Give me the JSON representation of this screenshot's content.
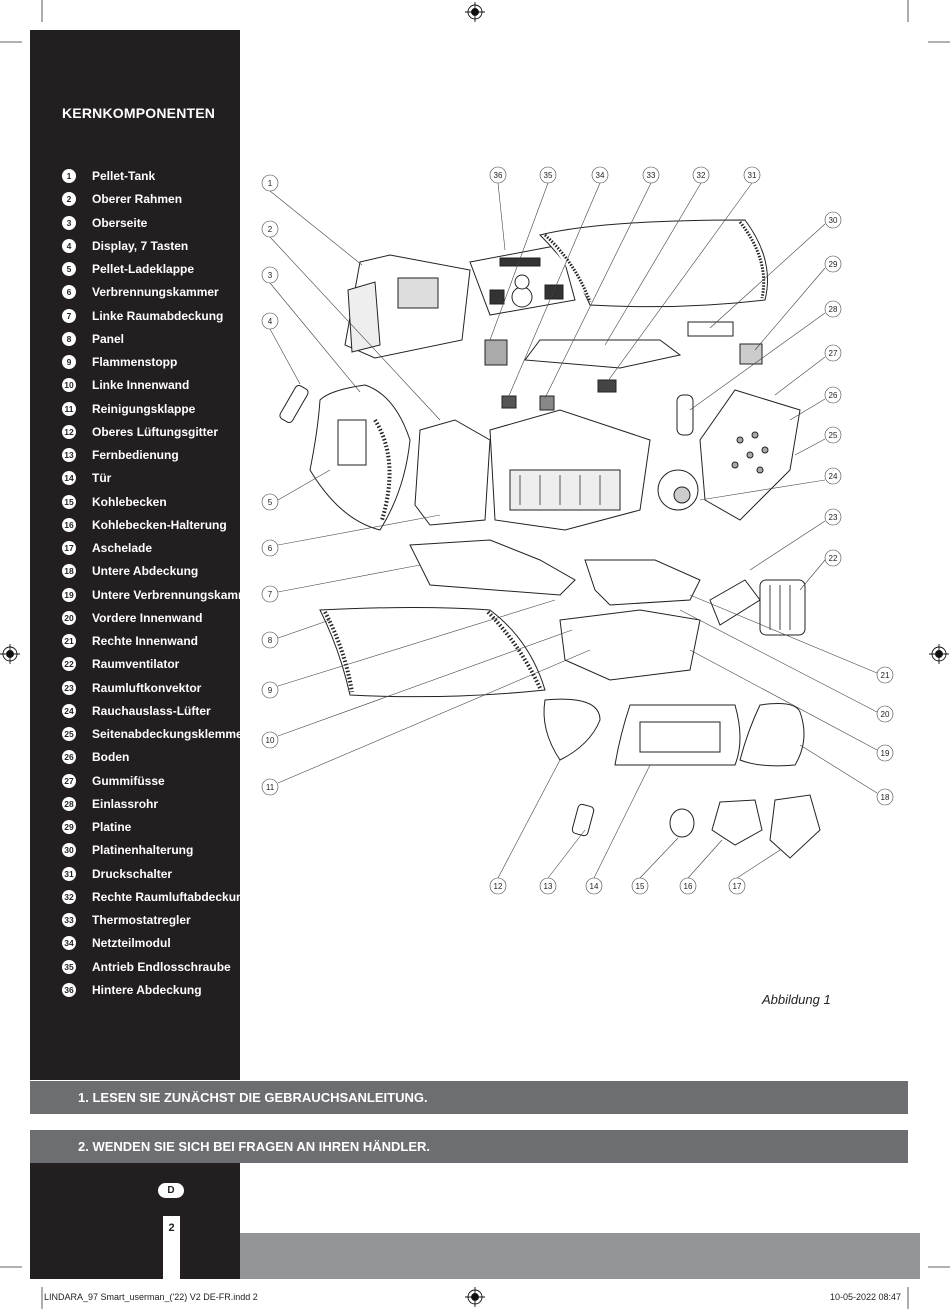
{
  "sidebar": {
    "title": "KERNKOMPONENTEN",
    "parts": [
      {
        "num": "1",
        "label": "Pellet-Tank"
      },
      {
        "num": "2",
        "label": "Oberer Rahmen"
      },
      {
        "num": "3",
        "label": "Oberseite"
      },
      {
        "num": "4",
        "label": "Display, 7 Tasten"
      },
      {
        "num": "5",
        "label": "Pellet-Ladeklappe"
      },
      {
        "num": "6",
        "label": "Verbrennungskammer"
      },
      {
        "num": "7",
        "label": "Linke Raumabdeckung"
      },
      {
        "num": "8",
        "label": "Panel"
      },
      {
        "num": "9",
        "label": "Flammenstopp"
      },
      {
        "num": "10",
        "label": "Linke Innenwand"
      },
      {
        "num": "11",
        "label": "Reinigungsklappe"
      },
      {
        "num": "12",
        "label": "Oberes Lüftungsgitter"
      },
      {
        "num": "13",
        "label": "Fernbedienung"
      },
      {
        "num": "14",
        "label": "Tür"
      },
      {
        "num": "15",
        "label": "Kohlebecken"
      },
      {
        "num": "16",
        "label": "Kohlebecken-Halterung"
      },
      {
        "num": "17",
        "label": "Aschelade"
      },
      {
        "num": "18",
        "label": "Untere Abdeckung"
      },
      {
        "num": "19",
        "label": "Untere Verbrennungskammer"
      },
      {
        "num": "20",
        "label": "Vordere Innenwand"
      },
      {
        "num": "21",
        "label": "Rechte Innenwand"
      },
      {
        "num": "22",
        "label": "Raumventilator"
      },
      {
        "num": "23",
        "label": "Raumluftkonvektor"
      },
      {
        "num": "24",
        "label": "Rauchauslass-Lüfter"
      },
      {
        "num": "25",
        "label": "Seitenabdeckungsklemme"
      },
      {
        "num": "26",
        "label": "Boden"
      },
      {
        "num": "27",
        "label": "Gummifüsse"
      },
      {
        "num": "28",
        "label": "Einlassrohr"
      },
      {
        "num": "29",
        "label": "Platine"
      },
      {
        "num": "30",
        "label": "Platinenhalterung"
      },
      {
        "num": "31",
        "label": "Druckschalter"
      },
      {
        "num": "32",
        "label": "Rechte Raumluftabdeckung"
      },
      {
        "num": "33",
        "label": "Thermostatregler"
      },
      {
        "num": "34",
        "label": "Netzteilmodul"
      },
      {
        "num": "35",
        "label": "Antrieb Endlosschraube"
      },
      {
        "num": "36",
        "label": "Hintere Abdeckung"
      }
    ]
  },
  "figure": {
    "caption": "Abbildung 1",
    "callouts_left": [
      "1",
      "2",
      "3",
      "4",
      "5",
      "6",
      "7",
      "8",
      "9",
      "10",
      "11"
    ],
    "callouts_top": [
      "36",
      "35",
      "34",
      "33",
      "32",
      "31"
    ],
    "callouts_right": [
      "30",
      "29",
      "28",
      "27",
      "26",
      "25",
      "24",
      "23",
      "22",
      "21",
      "20",
      "19",
      "18"
    ],
    "callouts_bottom": [
      "12",
      "13",
      "14",
      "15",
      "16",
      "17"
    ]
  },
  "bands": {
    "line1": "1. LESEN SIE ZUNÄCHST DIE GEBRAUCHSANLEITUNG.",
    "line2": "2. WENDEN SIE SICH BEI FRAGEN AN IHREN HÄNDLER."
  },
  "language_badge": "D",
  "page_number": "2",
  "footer": {
    "file": "LINDARA_97 Smart_userman_('22) V2 DE-FR.indd   2",
    "datetime": "10-05-2022   08:47"
  },
  "colors": {
    "sidebar": "#231f20",
    "band": "#6d6e71",
    "bottom_bar": "#939598"
  }
}
